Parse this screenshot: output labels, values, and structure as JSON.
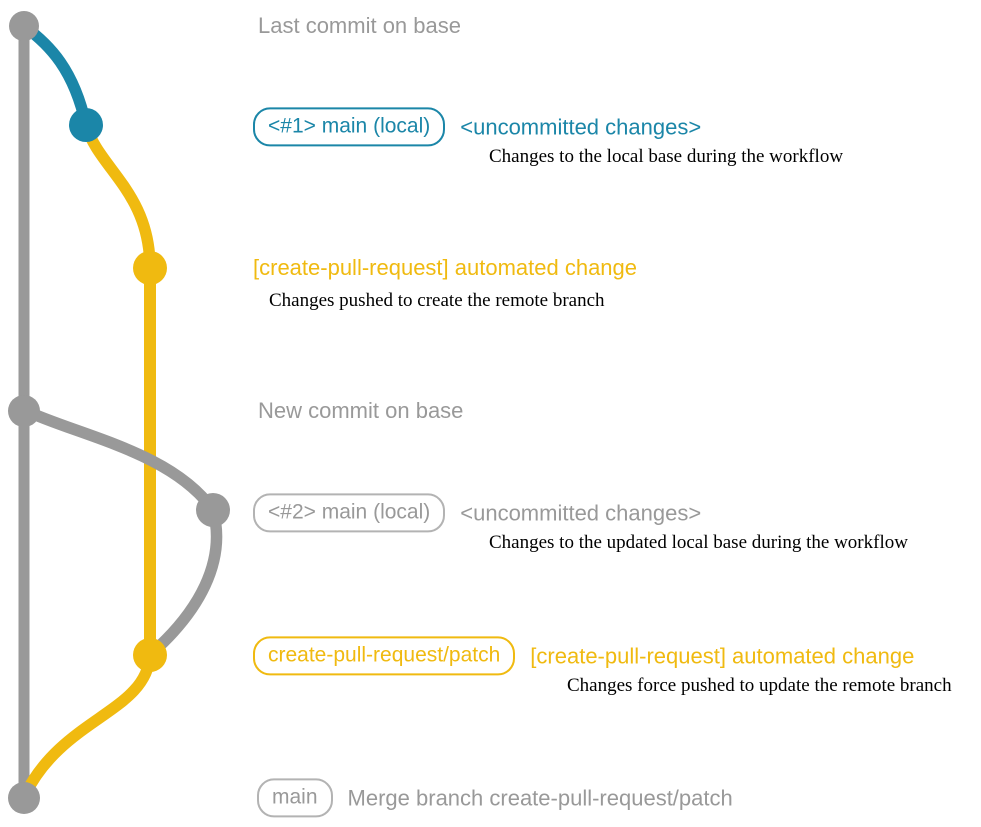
{
  "colors": {
    "base_gray": "#999999",
    "box_border_gray": "#b3b3b3",
    "local_blue": "#1b86a8",
    "branch_yellow": "#f0ba10",
    "text_black": "#000000"
  },
  "annotations": {
    "last_commit": "Last commit on base",
    "new_commit": "New commit on base",
    "row1": {
      "branch_label": "<#1> main (local)",
      "commit_message": "<uncommitted changes>",
      "description": "Changes to the local base during the workflow"
    },
    "row2": {
      "commit_message": "[create-pull-request] automated change",
      "description": "Changes pushed to create the remote branch"
    },
    "row3": {
      "branch_label": "<#2> main (local)",
      "commit_message": "<uncommitted changes>",
      "description": "Changes to the updated local base during the workflow"
    },
    "row4": {
      "branch_label": "create-pull-request/patch",
      "commit_message": "[create-pull-request] automated change",
      "description": "Changes force pushed to update the remote branch"
    },
    "row5": {
      "branch_label": "main",
      "commit_message": "Merge branch create-pull-request/patch"
    }
  }
}
